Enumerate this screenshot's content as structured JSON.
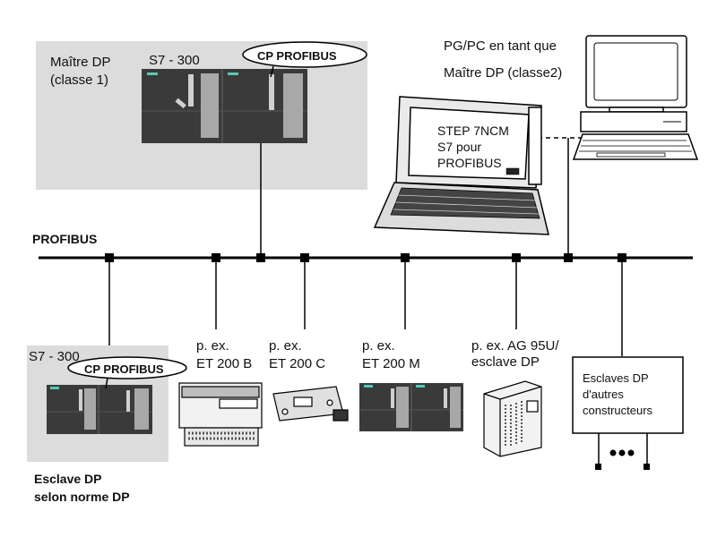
{
  "master": {
    "label_line1": "Maître DP",
    "label_line2": "(classe 1)",
    "plc_name": "S7 - 300",
    "cp_label": "CP PROFIBUS"
  },
  "pg": {
    "label_line1": "PG/PC en tant que",
    "label_line2": "Maître DP (classe2)",
    "screen_line1": "STEP 7NCM",
    "screen_line2": "S7 pour",
    "screen_line3": "PROFIBUS"
  },
  "bus": {
    "label": "PROFIBUS"
  },
  "slaves": {
    "s7": {
      "name": "S7 - 300",
      "cp_label": "CP PROFIBUS",
      "caption_line1": "Esclave DP",
      "caption_line2": "selon norme DP"
    },
    "et200b": {
      "line1": "p. ex.",
      "line2": "ET 200 B"
    },
    "et200c": {
      "line1": "p. ex.",
      "line2": "ET 200 C"
    },
    "et200m": {
      "line1": "p. ex.",
      "line2": "ET 200 M"
    },
    "ag95u": {
      "line1": "p. ex. AG 95U/",
      "line2": "esclave DP"
    },
    "others": {
      "line1": "Esclaves DP",
      "line2": "d'autres",
      "line3": "constructeurs"
    }
  },
  "colors": {
    "module": "#3a3a3a",
    "panel": "#dcdcdc",
    "bus": "#000000",
    "accent": "#55c9b8"
  }
}
